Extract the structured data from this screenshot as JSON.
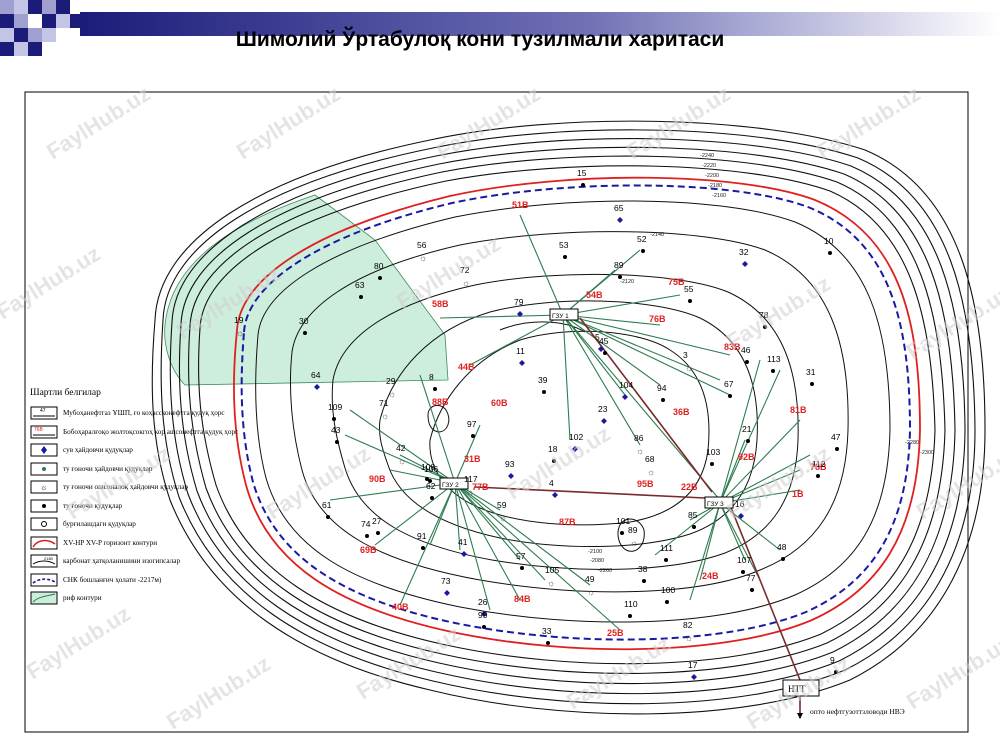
{
  "title": "Шимолий Ўртабулоқ кони тузилмали харитаси",
  "watermark": "FaylHub.uz",
  "colors": {
    "red": "#e02020",
    "blue": "#1a1aa0",
    "green": "#2e7d4f",
    "zone": "#cdeedd"
  },
  "legend": {
    "title": "Шартли белгилар",
    "items": [
      {
        "label": "Мубоҳанефтгаз ҰШП, ғо коҳассконефтга қудуқ ҳорс",
        "code": "47"
      },
      {
        "label": "Бобоҳаралғоқо жолтоқсокгоҳ кор ашсонефтга қудуқ ҳорс",
        "code": "76В"
      },
      {
        "label": "сув ҳайдовчи қудуқлар"
      },
      {
        "label": "ту ғоночи ҳайдовчи қудуқлар"
      },
      {
        "label": "ту ғоночи ошсоналоқ ҳайдовчи қудуқлар"
      },
      {
        "label": "ту ғоночи қудуқлар"
      },
      {
        "label": "бурғилашдаги қудуқлар"
      },
      {
        "label": "XV-HP  XV-P горизонт контури"
      },
      {
        "label": "карбонат ҳатқоланишини изогипсалар",
        "code": "2180"
      },
      {
        "label": "СНК бошланғич ҳолати -2217м)"
      },
      {
        "label": "риф контури"
      }
    ]
  },
  "well_groups": [
    {
      "id": "Г-1",
      "text": "ГЗУ 1"
    },
    {
      "id": "Г-2",
      "text": "ГЗУ 2"
    },
    {
      "id": "Г-3",
      "text": "ГЗУ 3"
    }
  ],
  "stations": {
    "ntt": "НТТ",
    "note": "опто нефтгузоттзловоди НВЭ"
  },
  "labels": {
    "red": [
      "51B",
      "58B",
      "44B",
      "88B",
      "60B",
      "76B",
      "83B",
      "75B",
      "54B",
      "36B",
      "81B",
      "78B",
      "92B",
      "1B",
      "87B",
      "95B",
      "22B",
      "90B",
      "69B",
      "40B",
      "84B",
      "25B",
      "24B",
      "31B",
      "77B"
    ],
    "black": [
      "15",
      "65",
      "56",
      "53",
      "52",
      "89",
      "32",
      "10",
      "80",
      "63",
      "72",
      "79",
      "55",
      "78",
      "19",
      "30",
      "11",
      "45",
      "3",
      "46",
      "113",
      "64",
      "29",
      "8",
      "39",
      "94",
      "104",
      "67",
      "31",
      "109",
      "71",
      "23",
      "21",
      "43",
      "42",
      "97",
      "102",
      "18",
      "86",
      "47",
      "108",
      "93",
      "68",
      "103",
      "112",
      "62",
      "4",
      "61",
      "27",
      "74",
      "59",
      "16",
      "101",
      "85",
      "89",
      "91",
      "41",
      "57",
      "105",
      "111",
      "48",
      "73",
      "49",
      "38",
      "107",
      "100",
      "26",
      "99",
      "110",
      "33",
      "82",
      "17",
      "9",
      "77",
      "117",
      "106",
      "5"
    ],
    "contour": [
      "2240",
      "2220",
      "2200",
      "2180",
      "2160",
      "2140",
      "2120",
      "2100",
      "2080",
      "2260",
      "2280",
      "2300"
    ]
  }
}
